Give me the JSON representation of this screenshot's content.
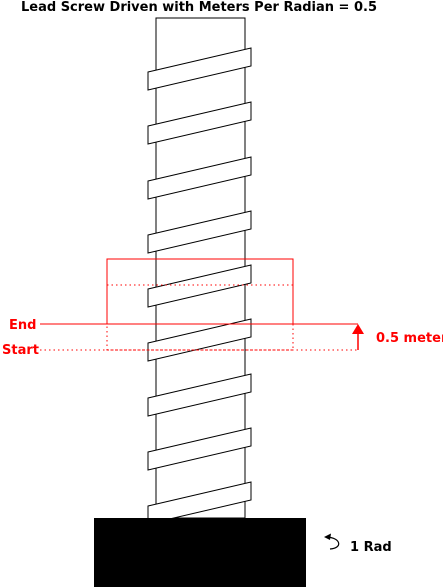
{
  "title": "Lead Screw Driven with Meters Per Radian = 0.5",
  "labels": {
    "end": "End",
    "start": "Start",
    "displacement": "0.5 meter",
    "rotation": "1 Rad"
  },
  "colors": {
    "annotation": "#ff0000",
    "outline": "#000000",
    "base": "#000000"
  },
  "icons": {
    "rotation": "curved-arrow-icon",
    "displacement": "up-arrow-icon"
  }
}
